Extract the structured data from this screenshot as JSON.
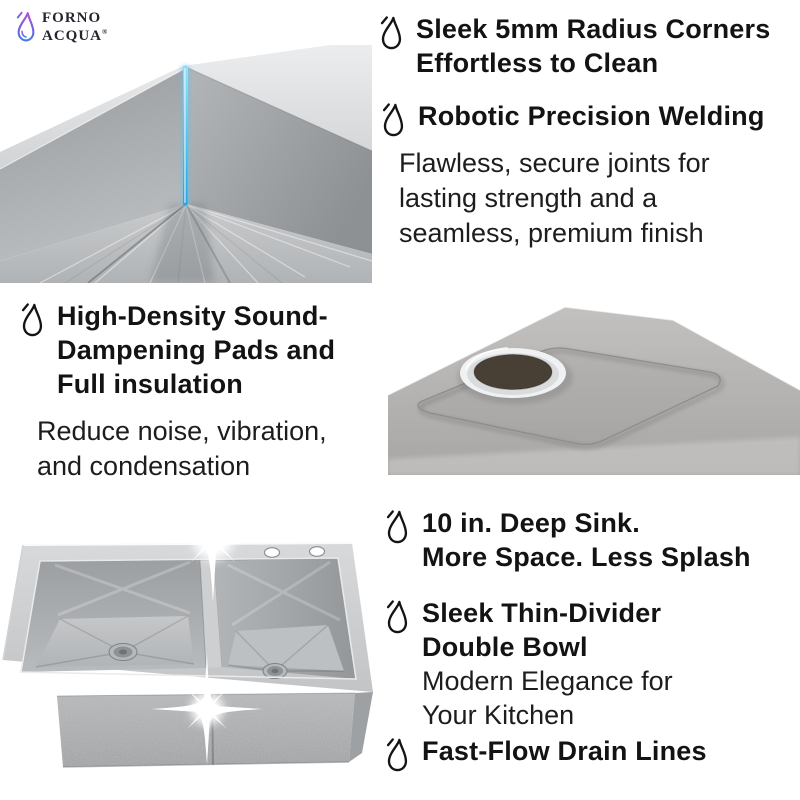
{
  "brand": {
    "line1": "FORNO",
    "line2": "ACQUA",
    "registered": "®"
  },
  "icons": {
    "feature_bullet": "water-drop-outline-icon",
    "logo_mark": "gradient-water-drop-icon"
  },
  "colors": {
    "highlight_blue": "#3eb3e8",
    "logo_purple": "#b14fd0",
    "logo_blue": "#3f7ee8",
    "heading_text": "#131313",
    "body_text": "#1d1d1d"
  },
  "features": [
    {
      "title": "Sleek 5mm Radius Corners\nEffortless to Clean"
    },
    {
      "title": "Robotic Precision Welding",
      "body": "Flawless, secure joints for\nlasting strength and a\nseamless, premium finish"
    },
    {
      "title": "High-Density Sound-\nDampening Pads and\nFull insulation",
      "body": "Reduce noise, vibration,\nand condensation"
    },
    {
      "title": "10 in. Deep Sink.\nMore Space. Less Splash"
    },
    {
      "title": "Sleek Thin-Divider\nDouble Bowl",
      "body": "Modern Elegance for\nYour Kitchen"
    },
    {
      "title": "Fast-Flow Drain Lines"
    }
  ],
  "images": [
    {
      "name": "sink-corner-closeup",
      "description": "Stainless steel sink corner with blue 5mm radius edge highlight"
    },
    {
      "name": "sink-underside-pad",
      "description": "Sink underside with sound-dampening pad and drain opening"
    },
    {
      "name": "double-bowl-sink",
      "description": "Stainless steel double bowl sink with sparkle highlights"
    }
  ]
}
